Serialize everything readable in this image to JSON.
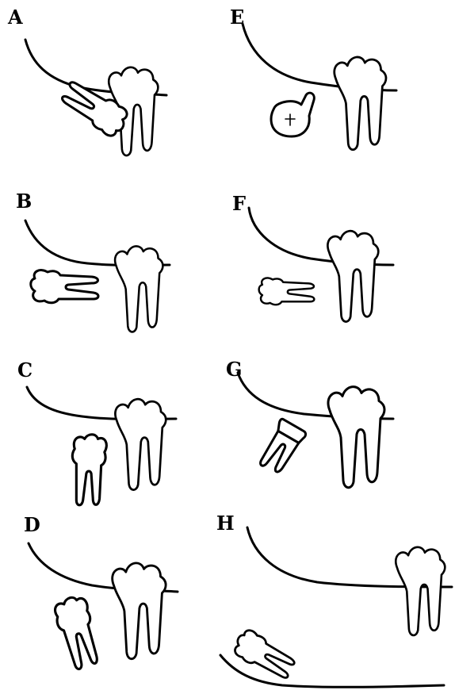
{
  "panels": [
    {
      "label": "A"
    },
    {
      "label": "B"
    },
    {
      "label": "C"
    },
    {
      "label": "D"
    },
    {
      "label": "E"
    },
    {
      "label": "F"
    },
    {
      "label": "G"
    },
    {
      "label": "H"
    }
  ],
  "colors": {
    "ink": "#000000",
    "background": "#ffffff"
  },
  "icons": {
    "molar": "molar-tooth-icon",
    "impacted": "impacted-tooth-icon",
    "gumline": "gumline-curve"
  }
}
